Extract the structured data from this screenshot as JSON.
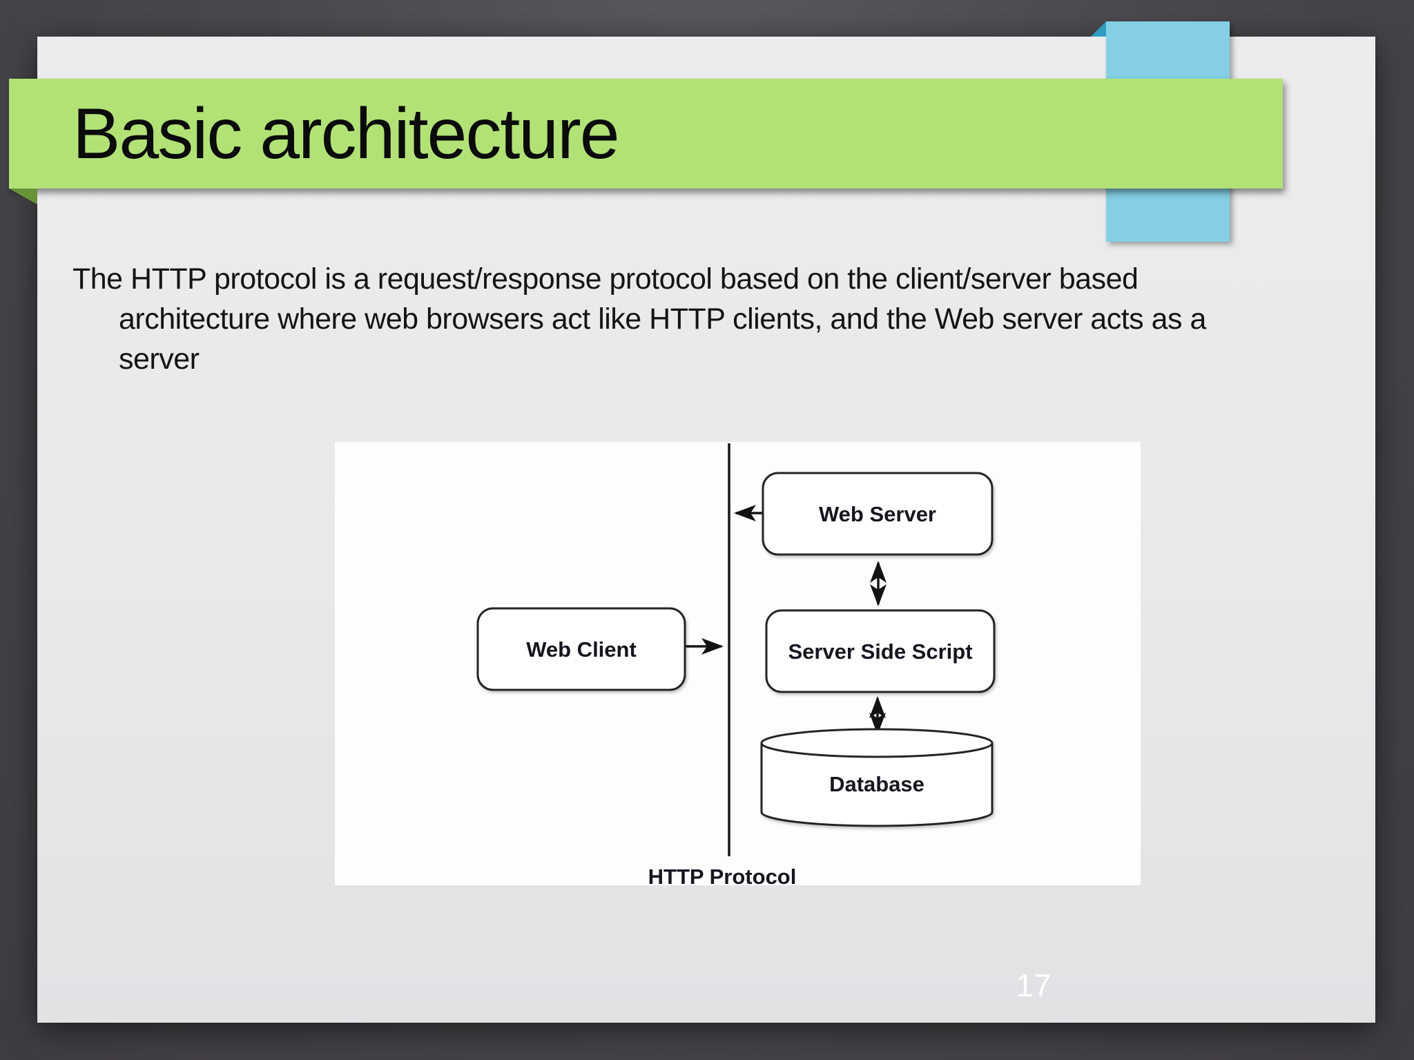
{
  "slide": {
    "title": "Basic architecture",
    "body_lines": [
      "The HTTP protocol is a request/response protocol based on the client/server based",
      "architecture where web browsers act like HTTP clients, and the Web server acts as a",
      "server"
    ],
    "page_number": "17"
  },
  "diagram": {
    "web_server_label": "Web Server",
    "server_side_script_label": "Server Side Script",
    "web_client_label": "Web Client",
    "database_label": "Database",
    "caption": "HTTP Protocol"
  },
  "colors": {
    "banner_green": "#b2e276",
    "banner_green_fold": "#689338",
    "tab_blue": "#84cfe3",
    "tab_blue_fold": "#2f9dbe",
    "slide_background": "#e9e9eb",
    "canvas_background": "#4b494d",
    "diagram_background": "#fdfdfe",
    "diagram_stroke": "#17171a",
    "title_text": "#0b0b0b",
    "body_text": "#141414",
    "page_number_text": "#ffffff"
  }
}
